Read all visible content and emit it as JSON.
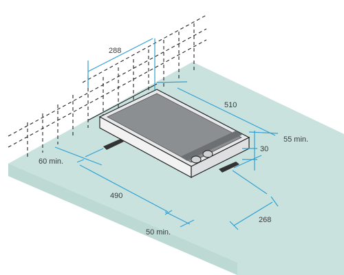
{
  "diagram": {
    "colors": {
      "floor": "#c9e2dd",
      "dimension": "#2f9fd3",
      "appliance_top": "#8c8f92",
      "appliance_frame": "#e7e8e9",
      "outline": "#222222",
      "label_text": "#3a3a3a"
    },
    "labels": {
      "d288": "288",
      "d510": "510",
      "d55min": "55 min.",
      "d30": "30",
      "d60min": "60 min.",
      "d490": "490",
      "d50min": "50 min.",
      "d268": "268"
    }
  }
}
